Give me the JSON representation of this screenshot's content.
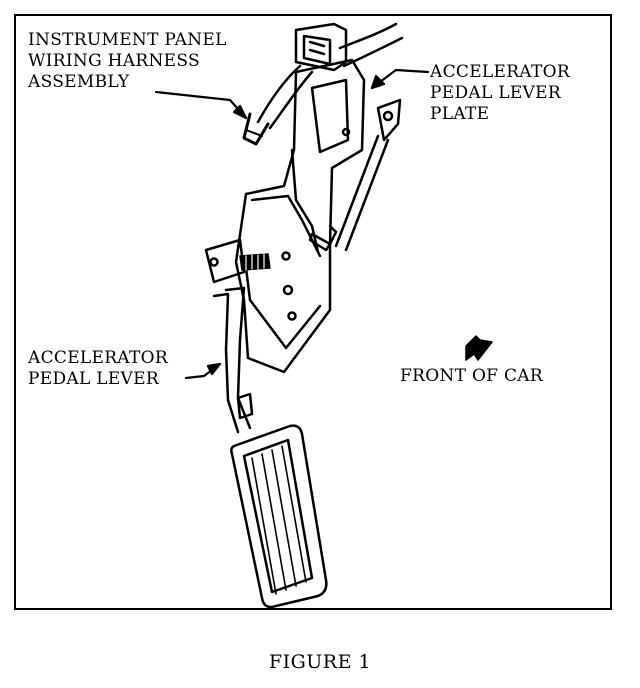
{
  "figure": {
    "caption": "FIGURE 1",
    "labels": {
      "harness": [
        "INSTRUMENT PANEL",
        "WIRING HARNESS",
        "ASSEMBLY"
      ],
      "plate": [
        "ACCELERATOR",
        "PEDAL LEVER",
        "PLATE"
      ],
      "lever": [
        "ACCELERATOR",
        "PEDAL LEVER"
      ],
      "front": "FRONT OF CAR"
    }
  }
}
